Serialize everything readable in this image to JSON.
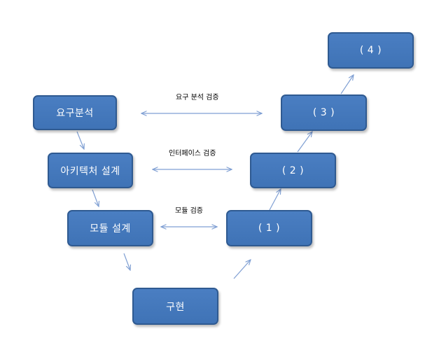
{
  "boxes": {
    "requirements": "요구분석",
    "architecture": "아키텍처 설계",
    "module_design": "모듈 설계",
    "implementation": "구현",
    "step1": "( 1 )",
    "step2": "( 2 )",
    "step3": "( 3 )",
    "step4": "( 4 )"
  },
  "links": {
    "requirements_verification": "요구 분석 검증",
    "interface_verification": "인터페이스 검증",
    "module_verification": "모듈 검증"
  },
  "colors": {
    "box_fill": "#4a7ec2",
    "box_border": "#2f5a91",
    "arrow": "#7f9fd3"
  }
}
